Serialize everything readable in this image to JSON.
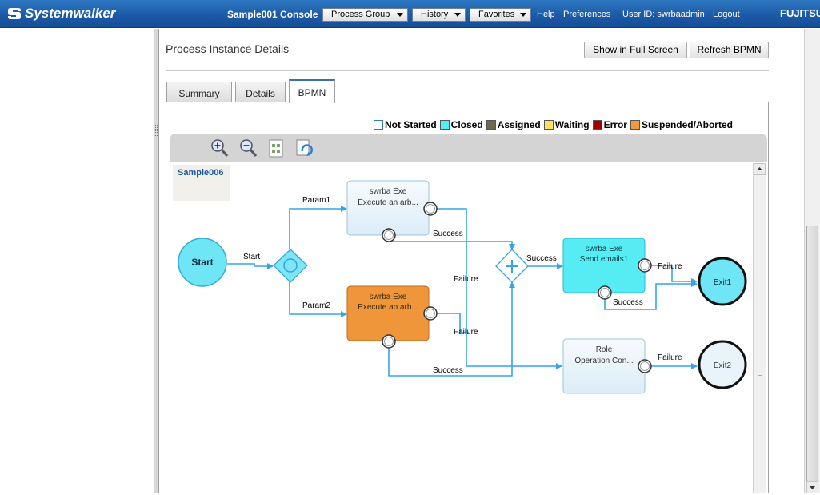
{
  "header": {
    "brand": "Systemwalker",
    "console_title": "Sample001 Console",
    "menus": [
      {
        "label": "Process Group"
      },
      {
        "label": "History"
      },
      {
        "label": "Favorites"
      }
    ],
    "links": {
      "help": "Help",
      "preferences": "Preferences",
      "logout": "Logout"
    },
    "user_id": "User ID: swrbaadmin",
    "vendor": "FUJITSU"
  },
  "page": {
    "title": "Process Instance Details",
    "buttons": {
      "full_screen": "Show in Full Screen",
      "refresh": "Refresh BPMN"
    },
    "tabs": [
      {
        "label": "Summary"
      },
      {
        "label": "Details"
      },
      {
        "label": "BPMN",
        "active": true
      }
    ]
  },
  "legend": [
    {
      "label": "Not Started",
      "color": "#ffffff"
    },
    {
      "label": "Closed",
      "color": "#55ecf4"
    },
    {
      "label": "Assigned",
      "color": "#6b6b4c"
    },
    {
      "label": "Waiting",
      "color": "#f8e06a"
    },
    {
      "label": "Error",
      "color": "#a00000"
    },
    {
      "label": "Suspended/Aborted",
      "color": "#f29a3c"
    }
  ],
  "toolbar": {
    "icons": [
      "zoom-in-icon",
      "zoom-out-icon",
      "fit-page-icon",
      "refresh-diagram-icon"
    ]
  },
  "diagram": {
    "process_name": "Sample006",
    "start_label": "Start",
    "tasks": {
      "task1": {
        "line1": "swrba  Exe",
        "line2": "Execute an arb...",
        "status": "not-started"
      },
      "task2": {
        "line1": "swrba  Exe",
        "line2": "Execute an arb...",
        "status": "suspended"
      },
      "task3": {
        "line1": "swrba  Exe",
        "line2": "Send emails1",
        "status": "closed"
      },
      "task4": {
        "line1": "Role",
        "line2": "Operation Con...",
        "status": "not-started"
      }
    },
    "exits": {
      "exit1": "Exit1",
      "exit2": "Exit2"
    },
    "flow_labels": {
      "start": "Start",
      "param1": "Param1",
      "param2": "Param2",
      "success_t1": "Success",
      "success_t2": "Success",
      "success_join": "Success",
      "success_t3": "Success",
      "failure_t1": "Failure",
      "failure_t2": "Failure",
      "failure_t3": "Failure",
      "failure_t4": "Failure"
    },
    "colors": {
      "closed": "#55ecf4",
      "suspended": "#f29a3c",
      "not_started_fill": "#eaf4fb",
      "flow": "#34a6e6"
    }
  }
}
